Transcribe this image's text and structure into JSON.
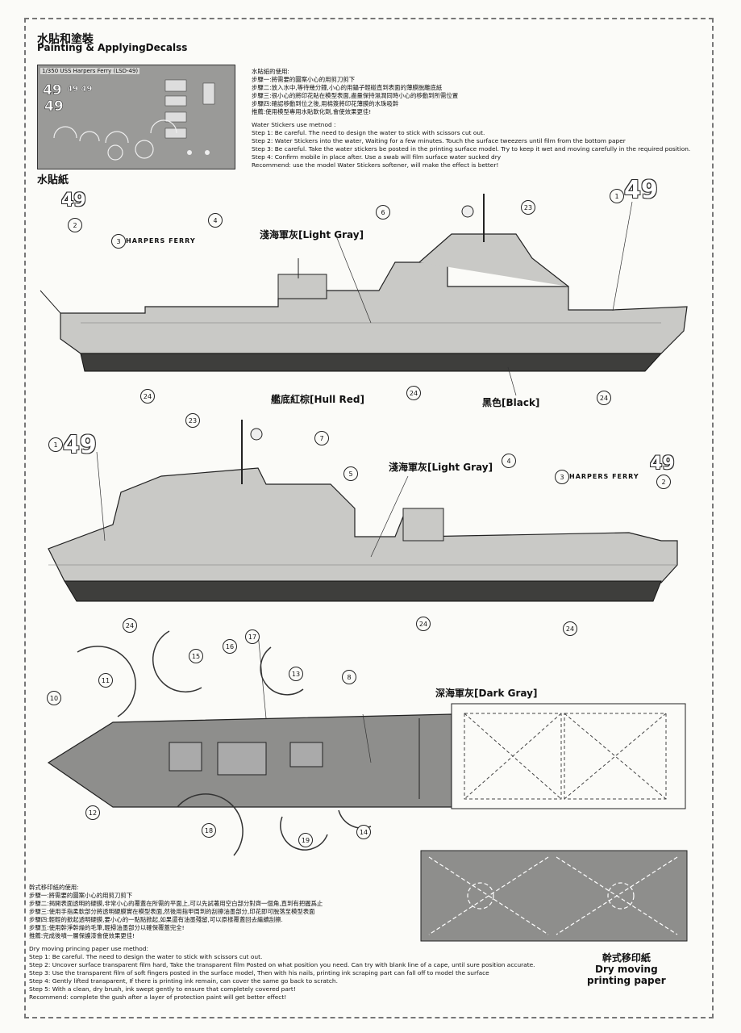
{
  "header": {
    "title_cn": "水貼和塗裝",
    "title_en": "Painting & ApplyingDecalss"
  },
  "decal_sheet": {
    "caption": "1/350 USS Harpers Ferry (LSD-49)",
    "label": "水貼紙"
  },
  "water_instructions": {
    "cn": [
      "水貼紙的使用:",
      "步驟一:將需要的圖案小心的用剪刀剪下",
      "步驟二:放入水中,等待幾分鐘,小心的用鑷子輕碰直到表面的薄膜脫離底紙",
      "步驟三:很小心的將印花貼在模型表面,盡量保持濕潤同時小心的移動到所需位置",
      "步驟四:確認移動到位之後,用棉簽將印花薄膜的水珠吸幹",
      "推薦:使用模型專用水貼軟化劑,會使效果更佳!"
    ],
    "en": [
      "Water Stickers use metnod :",
      "Step 1: Be careful. The need to design the water to stick with scissors cut out.",
      "Step 2: Water Stickers into the water, Waiting for a few minutes. Touch the surface tweezers until film from the bottom paper",
      "Step 3: Be careful. Take the water stickers be posted in the printing surface model. Try to keep it wet and moving carefully in the required position.",
      "Step 4: Confirm mobile in place after. Use a swab will film surface water sucked dry",
      "Recommend: use the model Water Stickers softener, will make the effect is better!"
    ]
  },
  "paint_callouts": {
    "light_gray": "淺海軍灰[Light Gray]",
    "hull_red": "艦底紅棕[Hull Red]",
    "black": "黑色[Black]",
    "dark_gray": "深海軍灰[Dark Gray]"
  },
  "decals": {
    "hull_number": "49",
    "name_plate": "HARPERS FERRY",
    "numbers": [
      "1",
      "2",
      "3",
      "4",
      "5",
      "6",
      "7",
      "8",
      "10",
      "11",
      "12",
      "13",
      "14",
      "15",
      "16",
      "17",
      "18",
      "19",
      "23",
      "24"
    ]
  },
  "dry_instructions": {
    "cn": [
      "幹式移印紙的使用:",
      "步驟一:將需要的圖案小心的用剪刀剪下",
      "步驟二:揭開表面透明的硬膜,非常小心的覆蓋在所需的平面上,可以先試著用空白部分對齊一個角,直到有把握爲止",
      "步驟三:使用手指柔軟部分將透明硬膜實在模型表面,然後用指甲周到的刮擦油墨部分,印花即可脫落至模型表面",
      "步驟四:輕輕的掀起透明硬膜,要小心的一點點掀起,如果還有油墨殘留,可以原樣覆蓋回去繼續刮擦.",
      "步驟五:使用幹淨幹燥的毛筆,輕掃油墨部分以確保覆蓋完全!",
      "推薦:完成後噴一層保護漆會使效果更佳!"
    ],
    "en": [
      "Dry moving princing paper use method:",
      "Step 1: Be careful. The need to design the water to stick with scissors cut out.",
      "Step 2: Uncover surface transparent film hard, Take the transparent film Posted on what position you need. Can try with blank line of a cape, until sure position accurate.",
      "Step 3: Use the transparent film of soft fingers posted in the surface model, Then with his nails, printing ink scraping part can fall off to model the surface",
      "Step 4: Gently lifted transparent, If there is printing ink remain, can cover the same go back to scratch.",
      "Step 5: With a clean, dry brush, ink swept gently to ensure that completely covered part!",
      "Recommend: complete the gush after a layer of protection paint will get better effect!"
    ]
  },
  "dry_caption": {
    "cn": "幹式移印紙",
    "en1": "Dry moving",
    "en2": "printing paper"
  },
  "colors": {
    "light_gray": "#c9c9c6",
    "dark_gray": "#8e8e8c",
    "hull_red": "#3e3e3c",
    "paper": "#fbfbf8"
  }
}
